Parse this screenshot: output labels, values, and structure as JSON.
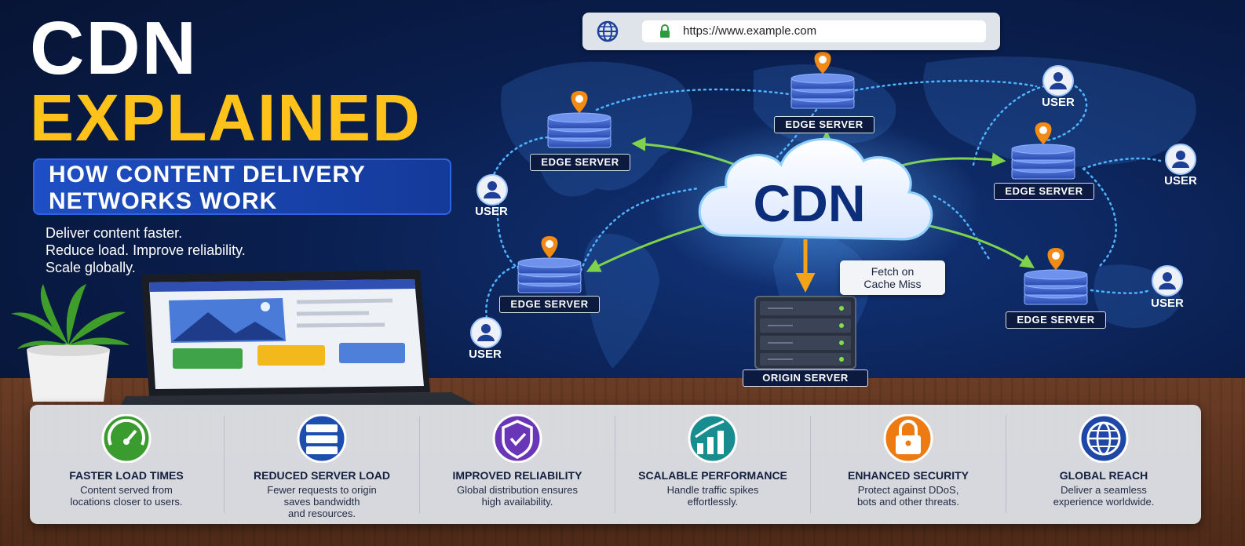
{
  "header": {
    "title_line1": "CDN",
    "title_line2": "EXPLAINED",
    "subtitle_line1": "HOW CONTENT DELIVERY",
    "subtitle_line2": "NETWORKS WORK",
    "tagline": [
      "Deliver content faster.",
      "Reduce load. Improve reliability.",
      "Scale globally."
    ]
  },
  "browser": {
    "url": "https://www.example.com"
  },
  "diagram": {
    "center_label": "CDN",
    "fetch_note": [
      "Fetch on",
      "Cache Miss"
    ],
    "origin_label": "ORIGIN SERVER",
    "edge_label": "EDGE SERVER",
    "user_label": "USER"
  },
  "features": [
    {
      "title": "FASTER LOAD TIMES",
      "desc": [
        "Content served from",
        "locations closer to users."
      ],
      "icon": "speedometer-icon",
      "color": "#3a9b2e"
    },
    {
      "title": "REDUCED SERVER LOAD",
      "desc": [
        "Fewer requests to origin",
        "saves bandwidth",
        "and resources."
      ],
      "icon": "server-stack-icon",
      "color": "#1d4db0"
    },
    {
      "title": "IMPROVED RELIABILITY",
      "desc": [
        "Global distribution ensures",
        "high availability."
      ],
      "icon": "shield-check-icon",
      "color": "#6a36b8"
    },
    {
      "title": "SCALABLE PERFORMANCE",
      "desc": [
        "Handle traffic spikes",
        "effortlessly."
      ],
      "icon": "growth-chart-icon",
      "color": "#178d8f"
    },
    {
      "title": "ENHANCED SECURITY",
      "desc": [
        "Protect against DDoS,",
        "bots and other threats."
      ],
      "icon": "padlock-icon",
      "color": "#ee7a12"
    },
    {
      "title": "GLOBAL REACH",
      "desc": [
        "Deliver a seamless",
        "experience worldwide."
      ],
      "icon": "globe-icon",
      "color": "#1e47a8"
    }
  ],
  "colors": {
    "accent_yellow": "#ffc21a",
    "pin_orange": "#f28a16",
    "link_green": "#7fd34a",
    "arrow_orange": "#f4a21a"
  }
}
